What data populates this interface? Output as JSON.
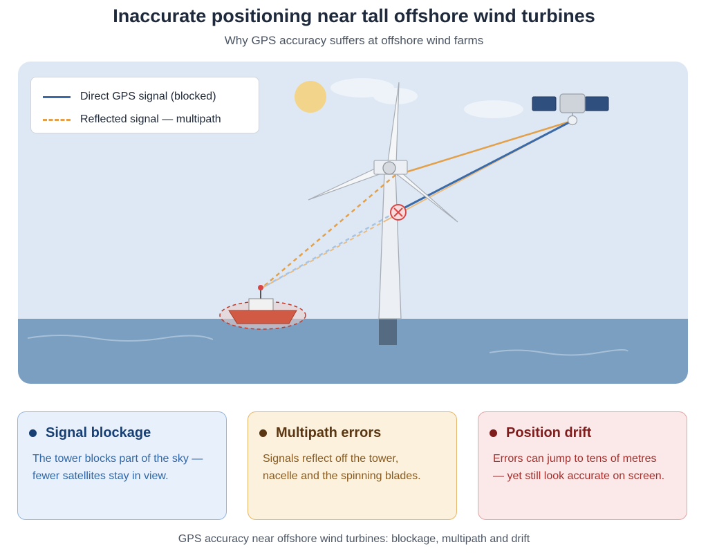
{
  "header": {
    "title": "Inaccurate positioning near tall offshore wind turbines",
    "subtitle": "Why GPS accuracy suffers at offshore wind farms"
  },
  "legend": {
    "items": [
      {
        "label": "Direct GPS signal (blocked)",
        "style": "solid",
        "color": "#3b6aa8"
      },
      {
        "label": "Reflected signal — multipath",
        "style": "dashed",
        "color": "#e3a04a"
      }
    ]
  },
  "scene": {
    "icons": [
      "sun-icon",
      "cloud-icon",
      "satellite-icon",
      "wind-turbine-icon",
      "boat-icon",
      "blocked-x-icon"
    ],
    "colors": {
      "sky": "#dde8f4",
      "sea": "#7a9fc1",
      "boat_hull": "#d05a43",
      "sun": "#f2d48a",
      "block_marker": "#d94545"
    }
  },
  "cards": [
    {
      "title": "Signal blockage",
      "body": "The tower blocks part of the sky — fewer satellites stay in view.",
      "accent": "#173f73"
    },
    {
      "title": "Multipath errors",
      "body": "Signals reflect off the tower, nacelle and the spinning blades.",
      "accent": "#5a3612"
    },
    {
      "title": "Position drift",
      "body": "Errors can jump to tens of metres — yet still look accurate on screen.",
      "accent": "#7f1d1d"
    }
  ],
  "caption": "GPS accuracy near offshore wind turbines: blockage, multipath and drift"
}
